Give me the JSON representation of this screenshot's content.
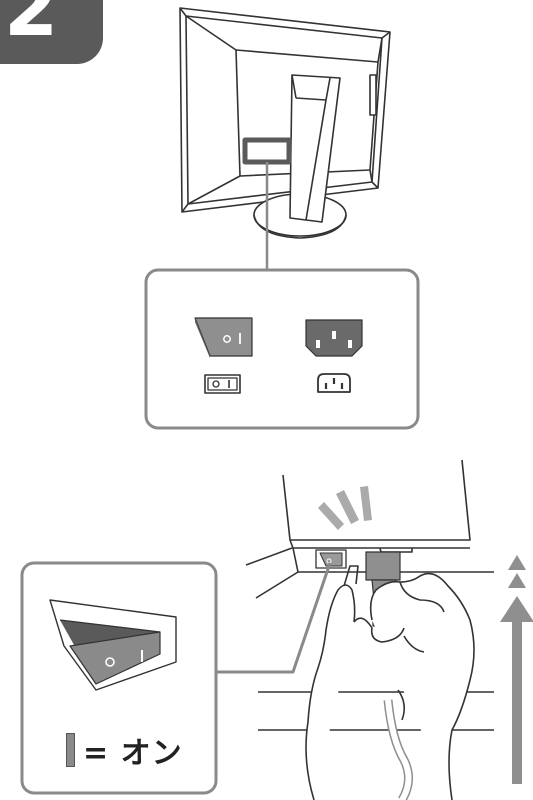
{
  "step": {
    "number": "2"
  },
  "rocker_switch": {
    "left_symbol": "O",
    "right_symbol": "I"
  },
  "legend": {
    "text": "= オン"
  },
  "colors": {
    "badge": "#5a5a5a",
    "frame": "#8a8a8a",
    "switch": "#8f8f8f",
    "line": "#333333"
  },
  "icons": [
    "power-switch-symbol-icon",
    "ac-inlet-symbol-icon",
    "double-up-arrow-icon",
    "up-arrow-icon",
    "press-emphasis-icon"
  ]
}
